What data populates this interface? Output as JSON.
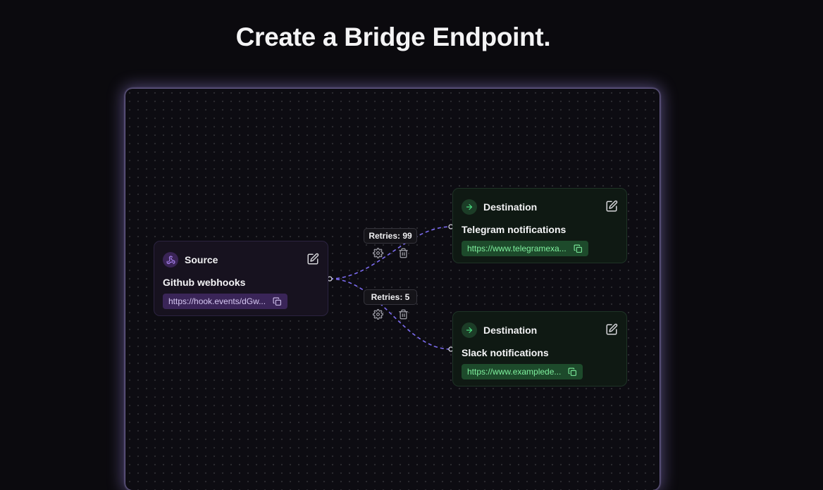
{
  "page": {
    "title": "Create a Bridge Endpoint."
  },
  "source": {
    "type_label": "Source",
    "name": "Github webhooks",
    "url": "https://hook.events/dGw...",
    "icon": "webhook-icon"
  },
  "connections": [
    {
      "retries_label": "Retries: 99"
    },
    {
      "retries_label": "Retries: 5"
    }
  ],
  "destinations": [
    {
      "type_label": "Destination",
      "name": "Telegram notifications",
      "url": "https://www.telegramexa...",
      "icon": "arrow-right-icon"
    },
    {
      "type_label": "Destination",
      "name": "Slack notifications",
      "url": "https://www.exampledе...",
      "icon": "arrow-right-icon"
    }
  ],
  "colors": {
    "background": "#0b0a0e",
    "source_accent": "#a070ff",
    "destination_accent": "#4ade80",
    "wire": "#7c6cf0"
  }
}
